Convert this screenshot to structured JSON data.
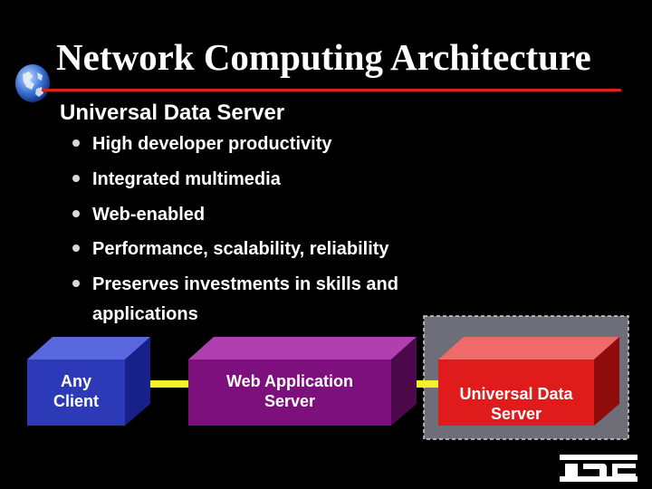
{
  "slide": {
    "title": "Network Computing Architecture",
    "subtitle": "Universal Data Server",
    "bullets": [
      {
        "text": "High developer productivity"
      },
      {
        "text": "Integrated multimedia"
      },
      {
        "text": "Web-enabled"
      },
      {
        "text": "Performance, scalability, reliability"
      },
      {
        "text": "Preserves investments in skills and applications"
      }
    ]
  },
  "diagram": {
    "nodes": [
      {
        "label_line1": "Any",
        "label_line2": "Client",
        "color": "#2c3ab8"
      },
      {
        "label_line1": "Web Application",
        "label_line2": "Server",
        "color": "#7e107e"
      },
      {
        "label_line1": "Universal Data",
        "label_line2": "Server",
        "color": "#e01b1b"
      }
    ],
    "connector_color": "#f4f02a",
    "highlight_panel_color": "#6e6e78"
  },
  "colors": {
    "background": "#000000",
    "title_rule": "#e0201c",
    "text": "#ffffff"
  },
  "icons": {
    "top_left": "globe-icon",
    "bottom_right": "company-logo"
  }
}
